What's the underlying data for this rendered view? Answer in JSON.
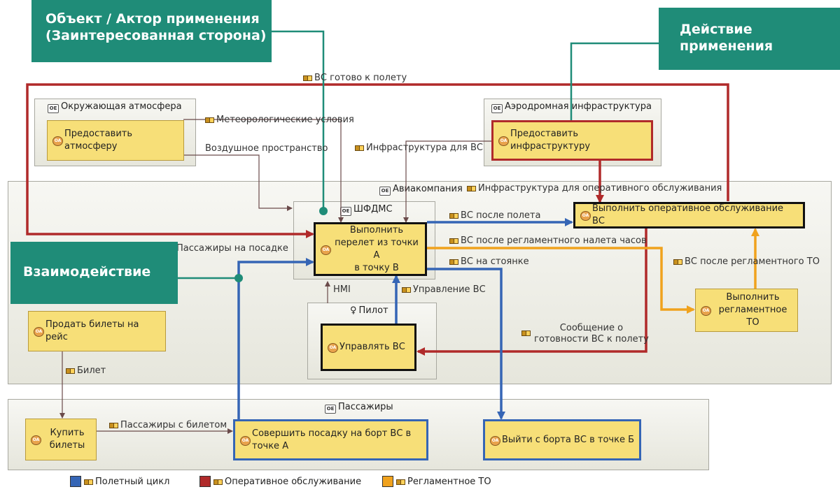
{
  "callouts": {
    "object": "Объект / Актор применения\n(Заинтересованная сторона)",
    "action": "Действие\nприменения",
    "interaction": "Взаимодействие"
  },
  "containers": {
    "atmosphere": "Окружающая атмосфера",
    "aerodrome": "Аэродромная инфраструктура",
    "airline": "Авиакомпания",
    "shfdms": "ШФДМС",
    "pilot": "Пилот",
    "passengers": "Пассажиры"
  },
  "functions": {
    "provide_atmosphere": "Предоставить атмосферу",
    "provide_infra": "Предоставить инфраструктуру",
    "perform_flight": "Выполнить\nперелет из точки А\nв точку В",
    "line_maintenance": "Выполнить оперативное обслуживание ВС",
    "scheduled_maintenance": "Выполнить\nрегламентное ТО",
    "sell_tickets": "Продать билеты на рейс",
    "control_aircraft": "Управлять ВС",
    "buy_tickets": "Купить\nбилеты",
    "boarding": "Совершить посадку на борт ВС в\nточке А",
    "deplane": "Выйти с борта ВС в точке Б"
  },
  "exchanges": {
    "ready_for_flight": "ВС готово к полету",
    "weather": "Метеорологические условия",
    "airspace": "Воздушное пространство",
    "infra_for_aircraft": "Инфраструктура для ВС",
    "infra_for_maintenance": "Инфраструктура для оперативного обслуживания",
    "after_flight": "ВС после полета",
    "after_scheduled_hours": "ВС после регламентного налета часов",
    "at_parking": "ВС на стоянке",
    "after_scheduled_to": "ВС после регламентного ТО",
    "aircraft_control": "Управление ВС",
    "hmi": "HMI",
    "readiness_msg": "Сообщение о\nготовности ВС к полету",
    "passengers_boarding": "Пассажиры на посадке",
    "ticket": "Билет",
    "passengers_with_ticket": "Пассажиры с билетом"
  },
  "legend": [
    {
      "label": "Полетный цикл",
      "color": "#3565b5"
    },
    {
      "label": "Оперативное обслуживание",
      "color": "#b02a2a"
    },
    {
      "label": "Регламентное ТО",
      "color": "#f0a21d"
    }
  ],
  "colors": {
    "flight_cycle": "#3565b5",
    "maintenance": "#b02a2a",
    "scheduled": "#f0a21d",
    "teal": "#1f8c78",
    "exchange": "#6a4a4a"
  }
}
